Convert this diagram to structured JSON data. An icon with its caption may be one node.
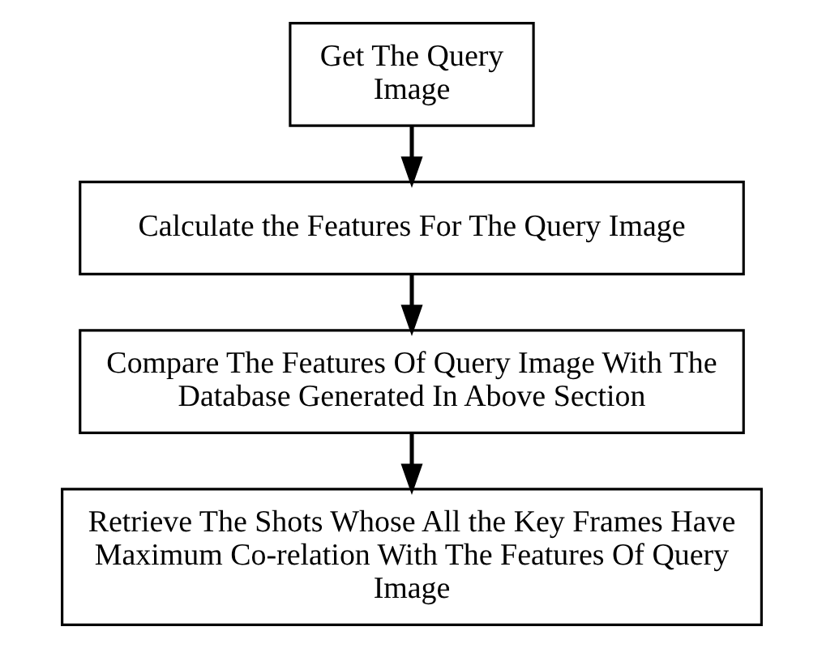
{
  "diagram": {
    "nodes": [
      {
        "text": [
          "Get The Query Image"
        ]
      },
      {
        "text": [
          "Calculate the Features For The Query Image"
        ]
      },
      {
        "text": [
          "Compare The Features Of Query Image With The Database Generated In Above Section"
        ]
      },
      {
        "text": [
          "Retrieve The Shots Whose All the Key Frames Have Maximum Co-relation With The Features Of Query Image"
        ]
      }
    ],
    "edges": [
      {
        "from": 0,
        "to": 1,
        "arrow": "to"
      },
      {
        "from": 1,
        "to": 2,
        "arrow": "to"
      },
      {
        "from": 2,
        "to": 3,
        "arrow": "to"
      }
    ]
  }
}
